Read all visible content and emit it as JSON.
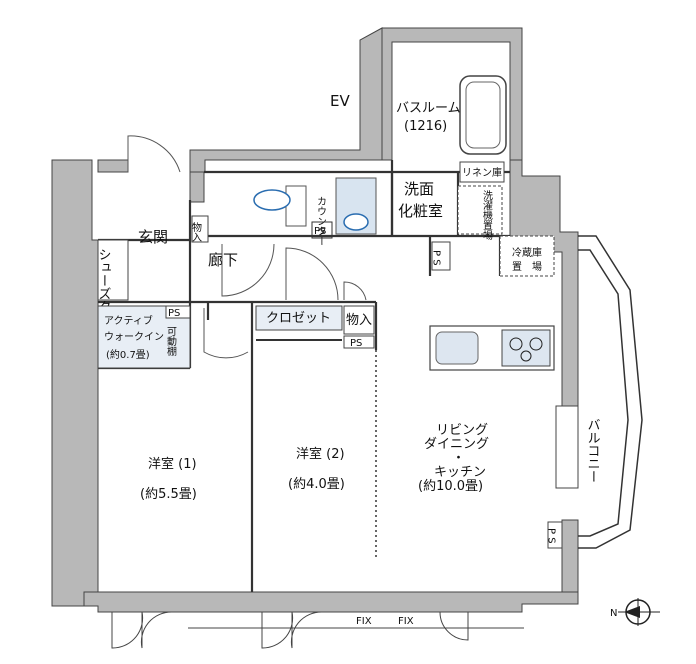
{
  "elevator": "EV",
  "bathroom": {
    "name": "バスルーム",
    "size": "(1216)"
  },
  "linen": "リネン庫",
  "powder_room": {
    "line1": "洗面",
    "line2": "化粧室"
  },
  "counter": "カウンター",
  "entrance": "玄関",
  "storage_entry": "物入",
  "hallway": "廊下",
  "shoe_closet": "シューズクローク",
  "ps_label": "PS",
  "ps_vertical": "P S",
  "walk_in": {
    "line1": "アクティブ",
    "line2": "ウォークイン",
    "size": "(約0.7畳)"
  },
  "movable_shelf": "可動棚",
  "closet": "クロゼット",
  "storage_bedroom": "物入",
  "bedroom1": {
    "name": "洋室 (1)",
    "size": "(約5.5畳)"
  },
  "bedroom2": {
    "name": "洋室 (2)",
    "size": "(約4.0畳)"
  },
  "ldk": {
    "line1": "リビング",
    "line2": "ダイニング",
    "line3": "・",
    "line4": "キッチン",
    "size": "(約10.0畳)"
  },
  "fridge": {
    "line1": "冷蔵庫",
    "line2": "置　場"
  },
  "washer": "洗濯機置場",
  "balcony": "バルコニー",
  "fix1": "FIX",
  "fix2": "FIX",
  "compass": "N"
}
